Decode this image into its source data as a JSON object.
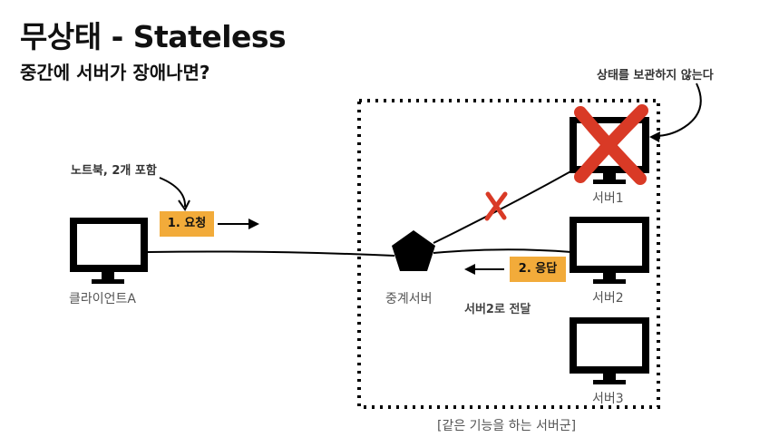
{
  "title": "무상태 - Stateless",
  "subtitle": "중간에 서버가 장애나면?",
  "notes": {
    "laptop": "노트북, 2개 포함",
    "no_state": "상태를 보관하지 않는다"
  },
  "badges": {
    "request": "1. 요청",
    "response": "2. 응답"
  },
  "labels": {
    "client": "클라이언트A",
    "proxy": "중계서버",
    "server1": "서버1",
    "server2": "서버2",
    "server3": "서버3",
    "forward": "서버2로 전달",
    "group": "[같은 기능을 하는 서버군]"
  },
  "colors": {
    "accent": "#f2ab3a",
    "failure": "#d93a26",
    "ink": "#000000"
  }
}
